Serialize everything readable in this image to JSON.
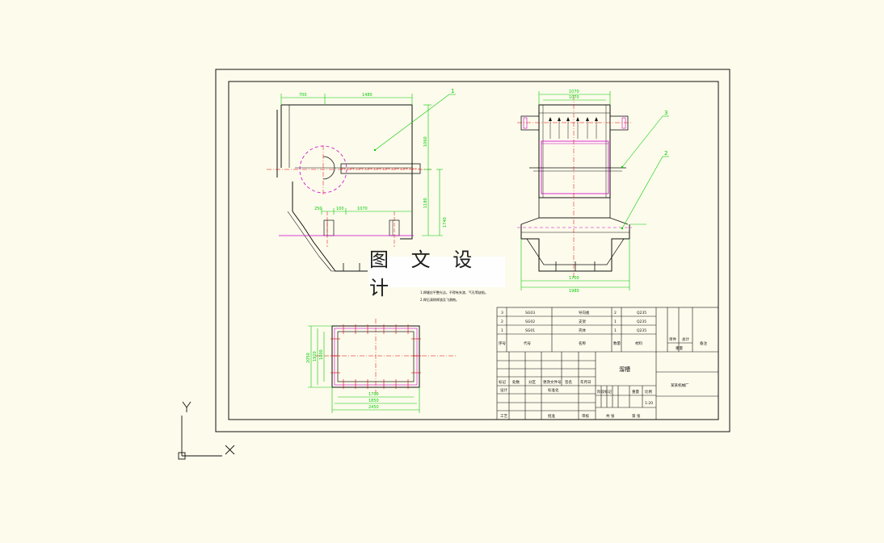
{
  "watermark": "图 文 设 计",
  "ucs": {
    "x_label": "X",
    "y_label": "Y"
  },
  "colors": {
    "background": "#fdfbec",
    "frame": "#111111",
    "dimension": "#00cc00",
    "center_line": "#e00000",
    "hidden": "#cc00cc"
  },
  "dimensions": {
    "side_top_left": "700",
    "side_top_right": "1480",
    "side_vertical_upper": "1060",
    "side_vertical_lower": "1180",
    "side_vertical_total": "1740",
    "side_bottom_a": "250",
    "side_bottom_b": "100",
    "side_bottom_c": "1070",
    "front_top_outer": "1070",
    "front_top_inner": "1070",
    "front_bottom_inner": "1700",
    "front_bottom_outer": "1980",
    "plan_bottom_a": "1700",
    "plan_bottom_b": "1850",
    "plan_bottom_c": "2450",
    "plan_left_a": "2050",
    "plan_left_b": "1920",
    "plan_left_c": "1800"
  },
  "balloons": [
    "1",
    "3",
    "2"
  ],
  "notes": [
    "1.焊缝应平整光洁，不得有夹渣、气孔等缺陷。",
    "2.焊后清除焊渣及飞溅物。"
  ],
  "title_block": {
    "parts_rows": [
      {
        "no": "3",
        "code": "SG03",
        "name": "导向板",
        "qty": "2",
        "material": "Q235"
      },
      {
        "no": "2",
        "code": "SG02",
        "name": "支架",
        "qty": "1",
        "material": "Q235"
      },
      {
        "no": "1",
        "code": "SG01",
        "name": "壳体",
        "qty": "1",
        "material": "Q235"
      }
    ],
    "header": {
      "no": "序号",
      "code": "代号",
      "name": "名称",
      "qty": "数量",
      "material": "材料",
      "unit_weight": "单件",
      "total_weight": "总计",
      "weight": "重量",
      "remark": "备注"
    },
    "drawing_name": "溜槽",
    "company": "某某机械厂",
    "rev_labels": [
      "标记",
      "处数",
      "分区",
      "更改文件号",
      "签名",
      "年月日"
    ],
    "sign_labels": [
      "设计",
      "标准化",
      "审核",
      "工艺",
      "批准"
    ],
    "stage_labels": [
      "阶段标记",
      "重量",
      "比例"
    ],
    "scale": "1:20",
    "sheet": "共 张",
    "sheet_no": "第 张"
  }
}
